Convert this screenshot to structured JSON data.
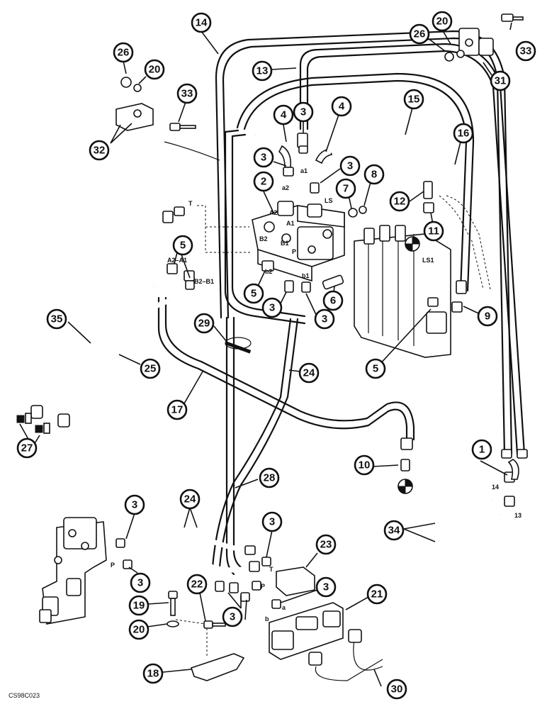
{
  "figure_code": "CS98C023",
  "port_labels": {
    "a2": "a2",
    "a1": "a1",
    "ls": "LS",
    "ls1": "LS1",
    "t_top": "T",
    "a2_block": "A2",
    "a1_block": "A1",
    "b2_block": "B2",
    "b1_block": "B1",
    "p_block": "P",
    "a2_a1": "A2–A1",
    "b2_b1": "B2–B1",
    "b2": "b2",
    "b1": "b1",
    "pipe14": "14",
    "pipe13": "13",
    "p_low": "P",
    "t_low": "T",
    "a_low": "a",
    "b_low": "b",
    "p_left": "P"
  },
  "callouts": [
    "14",
    "20",
    "26",
    "33",
    "13",
    "26",
    "20",
    "31",
    "33",
    "32",
    "4",
    "3",
    "4",
    "15",
    "16",
    "3",
    "3",
    "2",
    "8",
    "7",
    "12",
    "11",
    "5",
    "5",
    "3",
    "6",
    "3",
    "9",
    "35",
    "29",
    "25",
    "24",
    "17",
    "5",
    "27",
    "10",
    "1",
    "28",
    "34",
    "3",
    "24",
    "3",
    "23",
    "3",
    "22",
    "3",
    "19",
    "21",
    "3",
    "20",
    "18",
    "30"
  ]
}
